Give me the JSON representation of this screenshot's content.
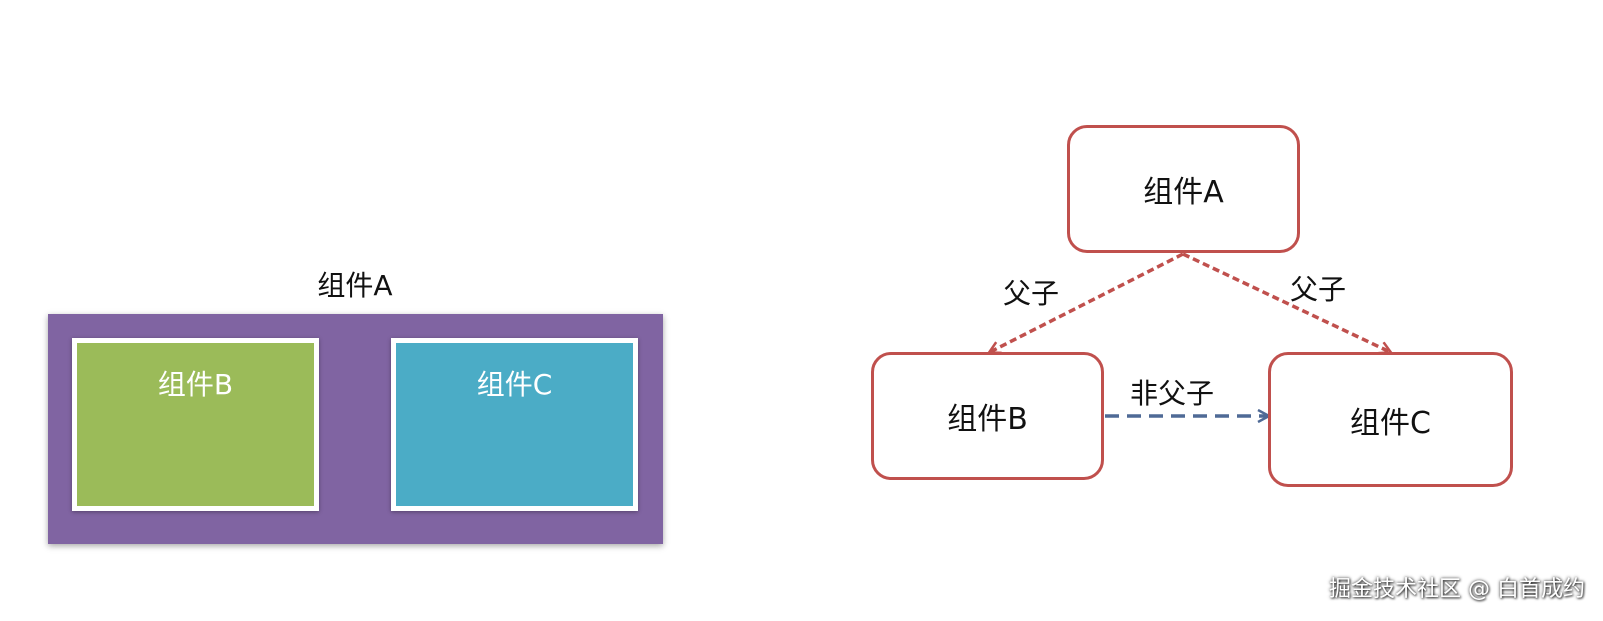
{
  "left_diagram": {
    "outer_label": "组件A",
    "outer_color": "#8064a2",
    "inner": [
      {
        "label": "组件B",
        "color": "#9bbb59"
      },
      {
        "label": "组件C",
        "color": "#4bacc6"
      }
    ]
  },
  "right_diagram": {
    "node_border_color": "#c0504d",
    "nodes": {
      "a": "组件A",
      "b": "组件B",
      "c": "组件C"
    },
    "edges": [
      {
        "from": "a",
        "to": "b",
        "label": "父子",
        "color": "#c0504d",
        "style": "dashed"
      },
      {
        "from": "a",
        "to": "c",
        "label": "父子",
        "color": "#c0504d",
        "style": "dashed"
      },
      {
        "from": "b",
        "to": "c",
        "label": "非父子",
        "color": "#4f6a96",
        "style": "dashed"
      }
    ]
  },
  "watermark": "掘金技术社区 @ 白首成约"
}
